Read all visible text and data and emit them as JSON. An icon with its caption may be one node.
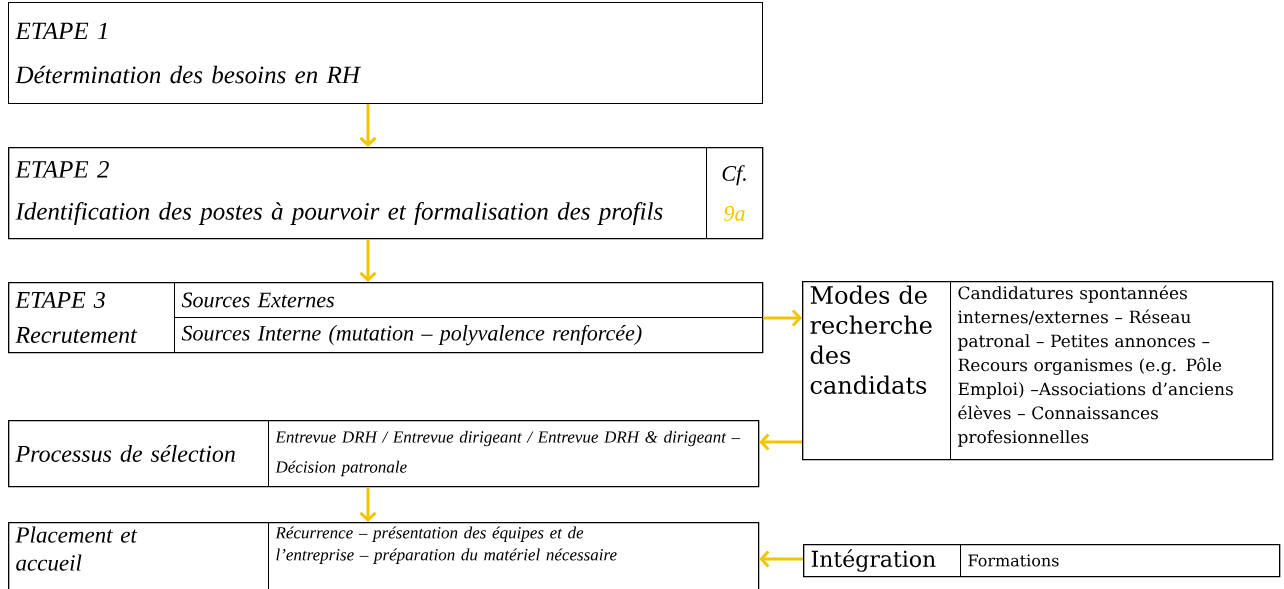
{
  "diagram": {
    "nodes": [
      {
        "text": [
          "ETAPE 1",
          "Détermination des besoins en RH"
        ]
      },
      {
        "text": [],
        "shape": "box"
      },
      {
        "text": [
          "ETAPE 2",
          "Identification des postes à pourvoir et formalisation des profils"
        ],
        "in": 1
      },
      {
        "text": [
          "Cf.",
          "9a"
        ],
        "in": 1
      },
      {
        "text": [],
        "shape": "box"
      },
      {
        "text": [
          "ETAPE 3",
          "Recrutement"
        ],
        "in": 4
      },
      {
        "text": [
          "Sources Externes"
        ],
        "in": 4
      },
      {
        "text": [
          "Sources Interne (mutation – polyvalence renforcée)"
        ],
        "in": 4
      },
      {
        "text": [],
        "shape": "box"
      },
      {
        "text": [
          "Modes de recherche des candidats"
        ],
        "in": 8
      },
      {
        "text": [
          "Candidatures spontannées internes/externes – Réseau patronal – Petites annonces – Recours organismes (e.g. Pôle Emploi) –Associations d’anciens élèves – Connaissances profesionnelles"
        ],
        "in": 8
      },
      {
        "text": [],
        "shape": "box"
      },
      {
        "text": [
          "Processus de sélection"
        ],
        "in": 11
      },
      {
        "text": [
          "Entrevue DRH / Entrevue dirigeant / Entrevue DRH & dirigeant – Décision patronale"
        ],
        "in": 11
      },
      {
        "text": [],
        "shape": "box"
      },
      {
        "text": [
          "Placement et accueil"
        ],
        "in": 14
      },
      {
        "text": [
          "Récurrence – présentation des équipes et de l’entreprise – préparation du matériel nécessaire"
        ],
        "in": 14
      },
      {
        "text": [],
        "shape": "box"
      },
      {
        "text": [
          "Intégration"
        ],
        "in": 17
      },
      {
        "text": [
          "Formations"
        ],
        "in": 17
      }
    ],
    "edges": [
      {
        "from": 0,
        "to": 1,
        "arrow": "to"
      },
      {
        "from": 1,
        "to": 4,
        "arrow": "to"
      },
      {
        "from": 4,
        "to": 8,
        "arrow": "to"
      },
      {
        "from": 8,
        "to": 11,
        "arrow": "to"
      },
      {
        "from": 11,
        "to": 14,
        "arrow": "to"
      },
      {
        "from": 17,
        "to": 14,
        "arrow": "to"
      }
    ]
  }
}
